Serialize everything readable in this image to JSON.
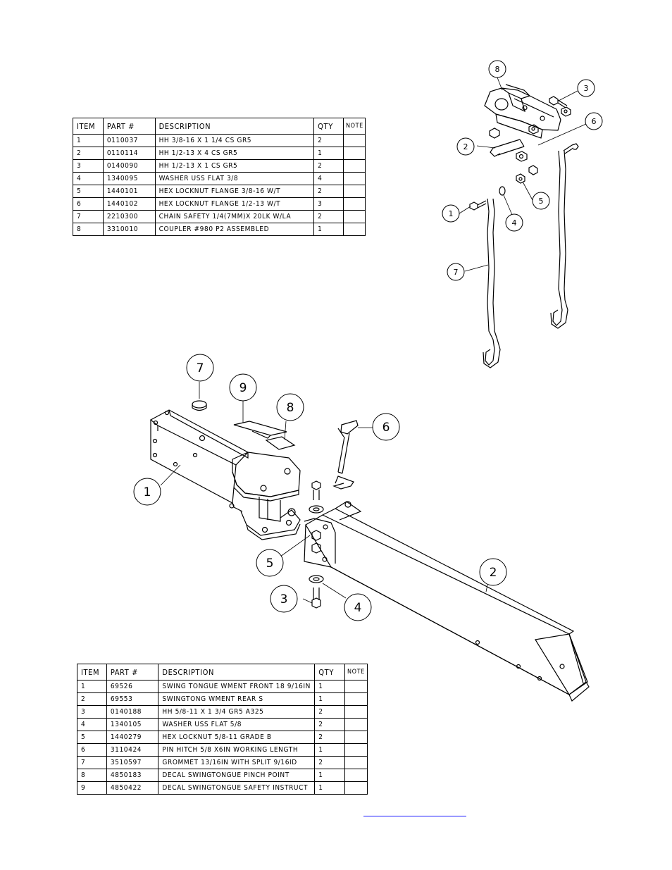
{
  "top_table": {
    "headers": [
      "ITEM",
      "PART #",
      "DESCRIPTION",
      "QTY",
      "NOTE"
    ],
    "rows": [
      [
        "1",
        "0110037",
        "HH 3/8-16 X 1 1/4 CS GR5",
        "2",
        ""
      ],
      [
        "2",
        "0110114",
        "HH 1/2-13 X 4 CS GR5",
        "1",
        ""
      ],
      [
        "3",
        "0140090",
        "HH 1/2-13 X 1 CS GR5",
        "2",
        ""
      ],
      [
        "4",
        "1340095",
        "WASHER USS FLAT 3/8",
        "4",
        ""
      ],
      [
        "5",
        "1440101",
        "HEX LOCKNUT FLANGE 3/8-16 W/T",
        "2",
        ""
      ],
      [
        "6",
        "1440102",
        "HEX LOCKNUT FLANGE 1/2-13 W/T",
        "3",
        ""
      ],
      [
        "7",
        "2210300",
        "CHAIN SAFETY 1/4(7MM)X 20LK W/LA",
        "2",
        ""
      ],
      [
        "8",
        "3310010",
        "COUPLER #980 P2 ASSEMBLED",
        "1",
        ""
      ]
    ]
  },
  "bottom_table": {
    "headers": [
      "ITEM",
      "PART #",
      "DESCRIPTION",
      "QTY",
      "NOTE"
    ],
    "rows": [
      [
        "1",
        "69526",
        "SWING TONGUE WMENT FRONT 18 9/16IN",
        "1",
        ""
      ],
      [
        "2",
        "69553",
        "SWINGTONG WMENT REAR S",
        "1",
        ""
      ],
      [
        "3",
        "0140188",
        "HH 5/8-11 X 1 3/4  GR5 A325",
        "2",
        ""
      ],
      [
        "4",
        "1340105",
        "WASHER USS FLAT 5/8",
        "2",
        ""
      ],
      [
        "5",
        "1440279",
        "HEX LOCKNUT 5/8-11 GRADE B",
        "2",
        ""
      ],
      [
        "6",
        "3110424",
        "PIN HITCH 5/8 X6IN WORKING LENGTH",
        "1",
        ""
      ],
      [
        "7",
        "3510597",
        "GROMMET 13/16IN  WITH SPLIT 9/16ID",
        "2",
        ""
      ],
      [
        "8",
        "4850183",
        "DECAL SWINGTONGUE PINCH POINT",
        "1",
        ""
      ],
      [
        "9",
        "4850422",
        "DECAL SWINGTONGUE SAFETY INSTRUCT",
        "1",
        ""
      ]
    ]
  },
  "coupler_callouts": [
    "8",
    "3",
    "6",
    "2",
    "5",
    "1",
    "4",
    "7"
  ],
  "tongue_callouts": [
    "7",
    "9",
    "8",
    "6",
    "1",
    "5",
    "2",
    "3",
    "4"
  ],
  "colors": {
    "ink": "#000000",
    "paper": "#ffffff",
    "link": "#1a1aff"
  }
}
